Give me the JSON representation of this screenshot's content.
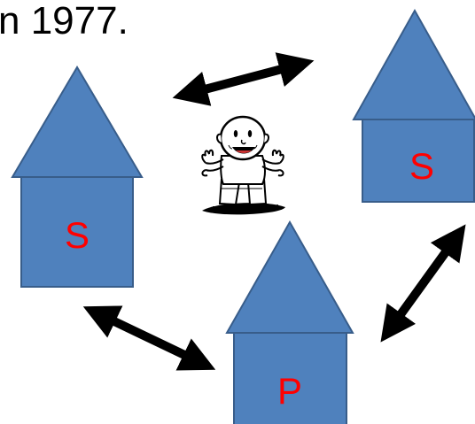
{
  "caption": "n 1977.",
  "colors": {
    "house_fill": "#4f81bd",
    "house_stroke": "#385d8a",
    "label": "#ff0000",
    "arrow": "#000000",
    "background": "#ffffff"
  },
  "houses": [
    {
      "id": "left",
      "label": "S"
    },
    {
      "id": "top-right",
      "label": "S"
    },
    {
      "id": "bottom",
      "label": "P"
    }
  ],
  "icons": {
    "person": "cartoon-person-icon",
    "arrow": "double-headed-arrow-icon"
  }
}
